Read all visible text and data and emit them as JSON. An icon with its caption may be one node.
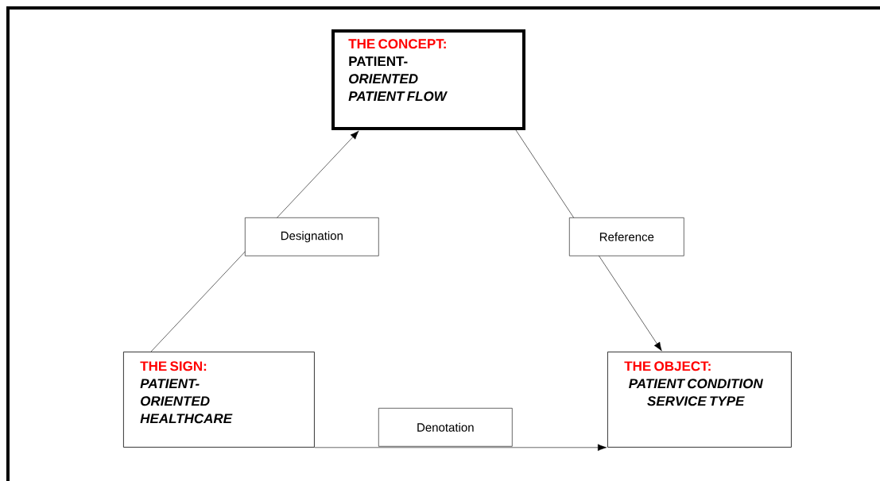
{
  "diagram": {
    "nodes": [
      {
        "text": [
          "THE CONCEPT:",
          "PATIENT- *ORIENTED PATIENT FLOW*"
        ]
      },
      {
        "text": [
          "THE SIGN:",
          "PATIENT- ORIENTED HEALTHCARE"
        ]
      },
      {
        "text": [
          "THE OBJECT:",
          "PATIENT CONDITION SERVICE TYPE"
        ]
      }
    ],
    "edges": [
      {
        "from": 1,
        "to": 0,
        "arrow": "to",
        "label": "Designation"
      },
      {
        "from": 0,
        "to": 2,
        "arrow": "to",
        "label": "Reference"
      },
      {
        "from": 1,
        "to": 2,
        "arrow": "to",
        "label": "Denotation"
      }
    ]
  }
}
